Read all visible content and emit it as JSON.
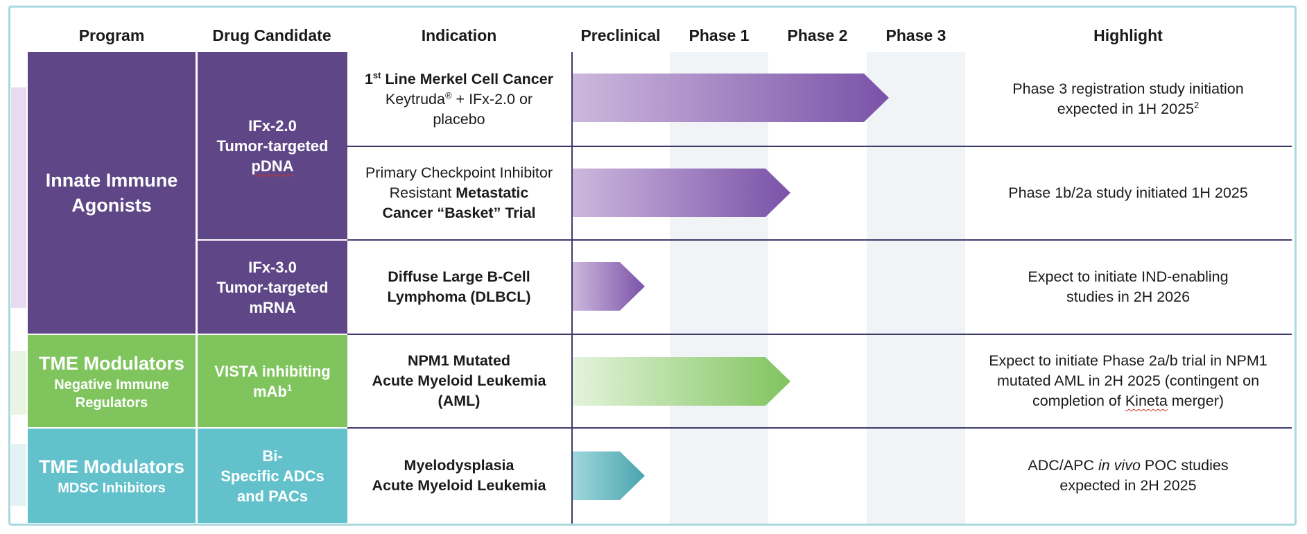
{
  "headers": {
    "program": "Program",
    "drug_candidate": "Drug Candidate",
    "indication": "Indication",
    "preclinical": "Preclinical",
    "phase1": "Phase 1",
    "phase2": "Phase 2",
    "phase3": "Phase 3",
    "highlight": "Highlight"
  },
  "programs": {
    "innate": {
      "line1": "Innate Immune",
      "line2": "Agonists",
      "color": "#5f4787"
    },
    "tme_neg": {
      "title": "TME Modulators",
      "sub1": "Negative Immune",
      "sub2": "Regulators",
      "color": "#80c45e"
    },
    "tme_mdsc": {
      "title": "TME Modulators",
      "sub1": "MDSC Inhibitors",
      "color": "#63c1cc"
    }
  },
  "drugs": {
    "ifx2": {
      "line1": "IFx-2.0",
      "line2": "Tumor-targeted",
      "line3": "pDNA"
    },
    "ifx3": {
      "line1": "IFx-3.0",
      "line2": "Tumor-targeted",
      "line3": "mRNA"
    },
    "vista": {
      "line1": "VISTA inhibiting",
      "line2": "mAb",
      "sup": "1"
    },
    "bispecific": {
      "line1": "Bi-",
      "line2": "Specific ADCs",
      "line3": "and PACs"
    }
  },
  "indications": {
    "row1": {
      "line1_pre": "1",
      "line1_sup": "st",
      "line1_post": " Line Merkel Cell Cancer",
      "line2_pre": "Keytruda",
      "line2_sup": "®",
      "line2_post": " + IFx-2.0 or",
      "line3": "placebo"
    },
    "row2": {
      "line1": "Primary Checkpoint Inhibitor",
      "line2_plain": "Resistant ",
      "line2_bold": "Metastatic",
      "line3": "Cancer “Basket” Trial"
    },
    "row3": {
      "line1": "Diffuse Large B-Cell",
      "line2": "Lymphoma (DLBCL)"
    },
    "row4": {
      "line1": "NPM1 Mutated",
      "line2": "Acute Myeloid Leukemia",
      "line3": "(AML)"
    },
    "row5": {
      "line1": "Myelodysplasia",
      "line2": "Acute Myeloid Leukemia"
    }
  },
  "highlights": {
    "row1": {
      "line1": "Phase 3 registration study initiation",
      "line2": "expected in 1H 2025",
      "sup": "2"
    },
    "row2": {
      "line1": "Phase 1b/2a  study initiated 1H 2025"
    },
    "row3": {
      "line1": "Expect to initiate IND-enabling",
      "line2": "studies in 2H 2026"
    },
    "row4": {
      "line1": "Expect to initiate Phase 2a/b trial in NPM1",
      "line2": "mutated AML in 2H 2025 (contingent on",
      "line3_pre": "completion of ",
      "line3_wavy": "Kineta",
      "line3_post": " merger)"
    },
    "row5": {
      "line1_pre": "ADC/APC ",
      "line1_italic": "in vivo",
      "line1_post": " POC studies",
      "line2": "expected in 2H 2025"
    }
  },
  "progress": [
    {
      "row": "row1",
      "stage": "Phase 3",
      "color_from": "#cdb8dd",
      "color_to": "#7a52a8"
    },
    {
      "row": "row2",
      "stage": "Phase 2",
      "color_from": "#cdb8dd",
      "color_to": "#7a52a8"
    },
    {
      "row": "row3",
      "stage": "Preclinical",
      "color_from": "#cdb8dd",
      "color_to": "#7a52a8"
    },
    {
      "row": "row4",
      "stage": "Phase 2",
      "color_from": "#e4f3dc",
      "color_to": "#80c45e"
    },
    {
      "row": "row5",
      "stage": "Preclinical",
      "color_from": "#9fd7dd",
      "color_to": "#4aa4ae"
    }
  ]
}
